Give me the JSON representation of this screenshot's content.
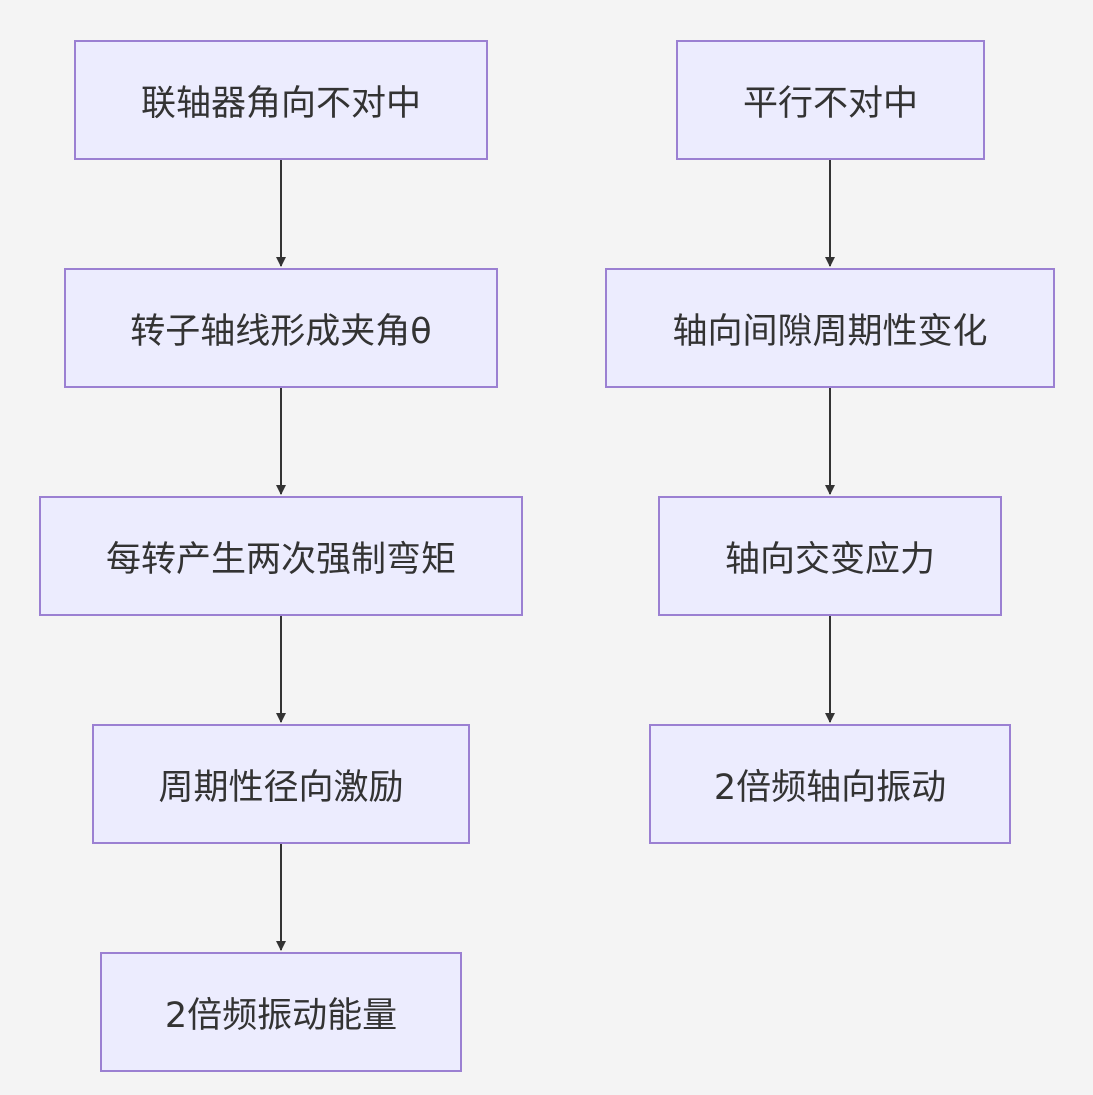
{
  "left_chain": {
    "n1": "联轴器角向不对中",
    "n2": "转子轴线形成夹角θ",
    "n3": "每转产生两次强制弯矩",
    "n4": "周期性径向激励",
    "n5": "2倍频振动能量"
  },
  "right_chain": {
    "n1": "平行不对中",
    "n2": "轴向间隙周期性变化",
    "n3": "轴向交变应力",
    "n4": "2倍频轴向振动"
  },
  "colors": {
    "node_fill": "#ececfe",
    "node_border": "#9b80d2",
    "edge": "#333333",
    "text": "#333333",
    "background": "#f4f4f4"
  }
}
